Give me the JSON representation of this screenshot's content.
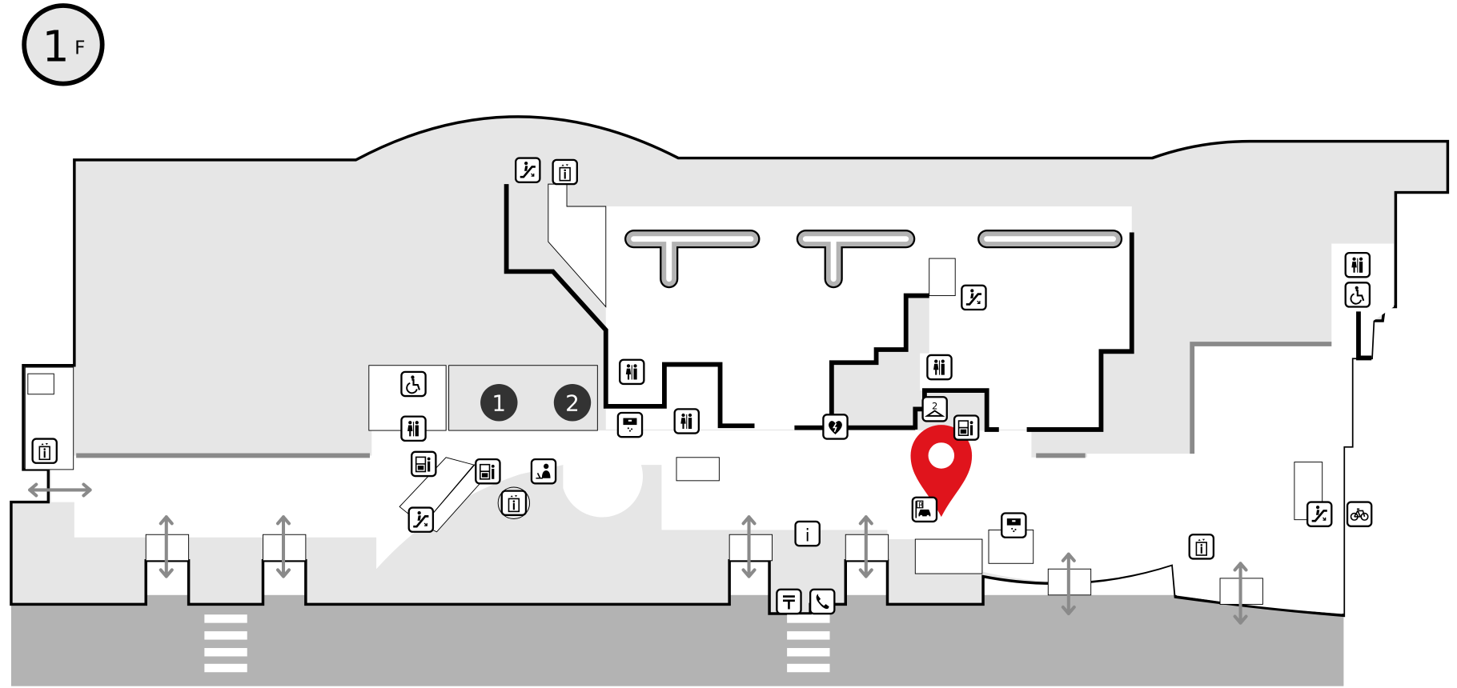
{
  "floor_badge": {
    "number": "1",
    "suffix": "F"
  },
  "zones": [
    {
      "label": "1"
    },
    {
      "label": "2"
    }
  ],
  "info_icon_label": "i",
  "parking_icon_label": "R",
  "cloakroom_icon_label": "2",
  "colors": {
    "building_fill": "#e6e6e6",
    "road_fill": "#b3b3b3",
    "outline": "#000000",
    "door_arrow": "#8a8a8a",
    "zone_marker": "#333333",
    "location_pin": "#e0141c"
  },
  "icons": [
    "escalator",
    "elevator",
    "restroom",
    "wheelchair-restroom",
    "aed",
    "coin-locker",
    "ticket-machine",
    "service-desk",
    "post-box",
    "public-phone",
    "bicycle-parking",
    "car-rental",
    "cloakroom",
    "information",
    "location-pin"
  ]
}
